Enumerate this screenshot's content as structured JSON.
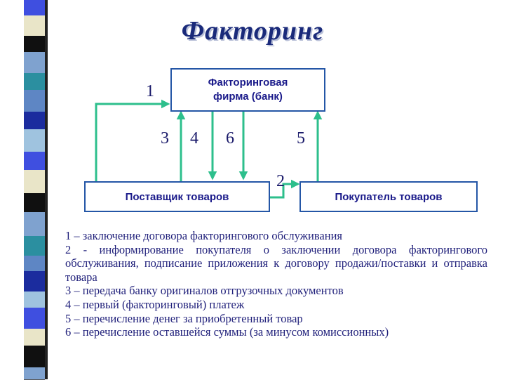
{
  "title": "Факторинг",
  "boxes": {
    "bank": "Факторинговая фирма (банк)",
    "supplier": "Поставщик товаров",
    "buyer": "Покупатель товаров"
  },
  "arrow_labels": {
    "a1": "1",
    "a2": "2",
    "a3": "3",
    "a4": "4",
    "a5": "5",
    "a6": "6"
  },
  "legend": [
    "1 – заключение договора факторингового обслуживания",
    "2 - информирование покупателя о заключении договора факторингового обслуживания, подписание приложения к договору продажи/поставки и отправка товара",
    "3 – передача банку оригиналов отгрузочных документов",
    "4 – первый (факторинговый) платеж",
    "5 – перечисление денег за приобретенный товар",
    "6 – перечисление оставшейся суммы (за минусом комиссионных)"
  ],
  "colors": {
    "arrow": "#2dbf8c",
    "box_border": "#2456a6",
    "text": "#1a1a8a"
  }
}
